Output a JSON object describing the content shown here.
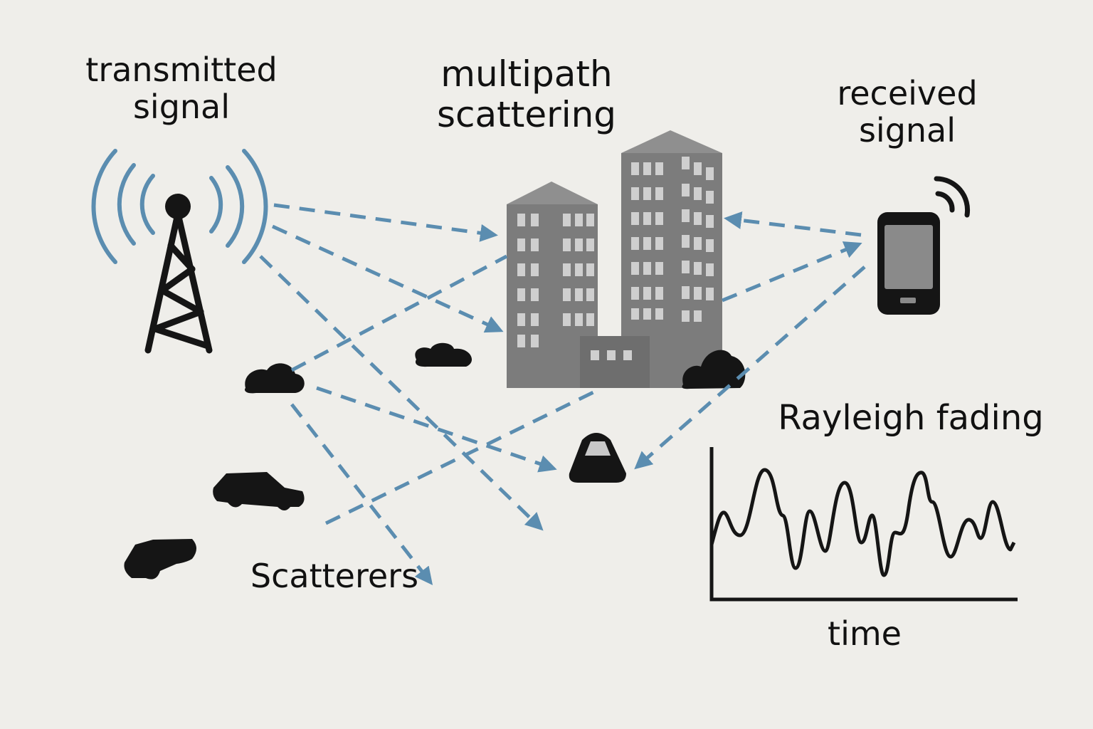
{
  "labels": {
    "transmitted_line1": "transmitted",
    "transmitted_line2": "signal",
    "multipath_line1": "multipath",
    "multipath_line2": "scattering",
    "received_line1": "received",
    "received_line2": "signal",
    "rayleigh": "Rayleigh fading",
    "scatterers": "Scatterers",
    "time": "time"
  },
  "icons": [
    "cell-tower-icon",
    "radio-wave-icon",
    "building-icon",
    "smartphone-icon",
    "car-icon",
    "bush-icon",
    "receiver-box-icon"
  ],
  "colors": {
    "background": "#efeeea",
    "path_blue": "#5b8db0",
    "building_gray": "#7c7c7c",
    "ink": "#151515"
  }
}
